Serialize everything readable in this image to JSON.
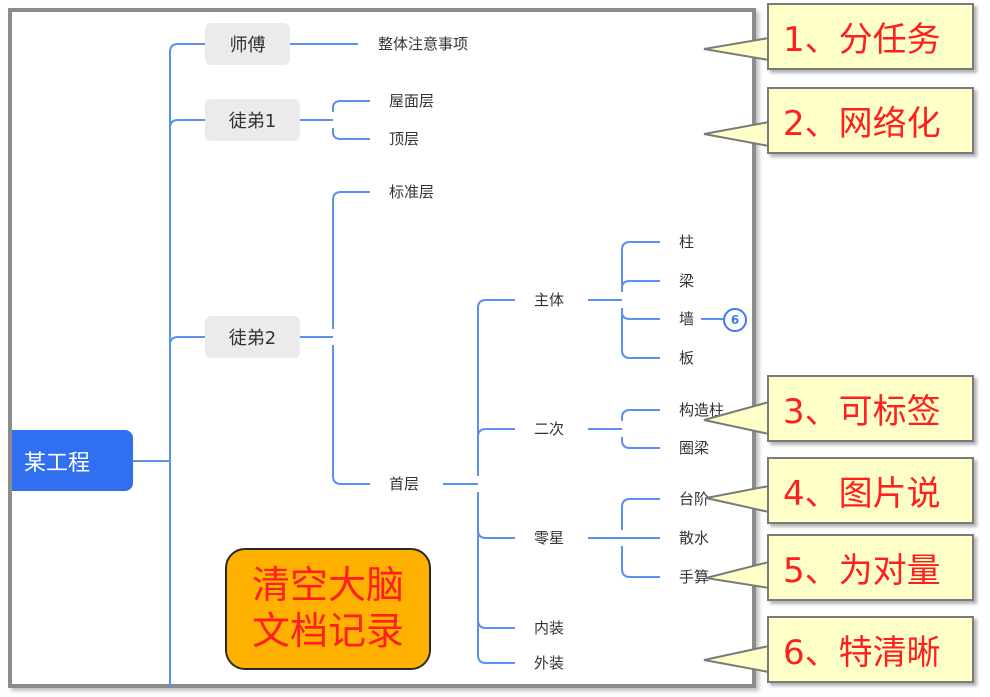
{
  "root": "某工程",
  "master": {
    "label": "师傅",
    "child": "整体注意事项"
  },
  "apprentice1": {
    "label": "徒弟1",
    "children": [
      "屋面层",
      "顶层"
    ]
  },
  "apprentice2": {
    "label": "徒弟2",
    "standard": "标准层",
    "first_floor": "首层",
    "main": {
      "label": "主体",
      "children": [
        "柱",
        "梁",
        "墙",
        "板"
      ],
      "badge": "6"
    },
    "secondary": {
      "label": "二次",
      "children": [
        "构造柱",
        "圈梁"
      ]
    },
    "misc": {
      "label": "零星",
      "children": [
        "台阶",
        "散水",
        "手算"
      ]
    },
    "interior": "内装",
    "exterior": "外装"
  },
  "memo": [
    "清空大脑",
    "文档记录"
  ],
  "callouts": [
    "1、分任务",
    "2、网络化",
    "3、可标签",
    "4、图片说",
    "5、为对量",
    "6、特清晰"
  ],
  "colors": {
    "line": "#5b8ff0",
    "root_fill": "#2f6ff0",
    "memo_fill": "#ffb100",
    "callout_fill": "#ffffc8",
    "callout_text": "#ff1f1f"
  }
}
